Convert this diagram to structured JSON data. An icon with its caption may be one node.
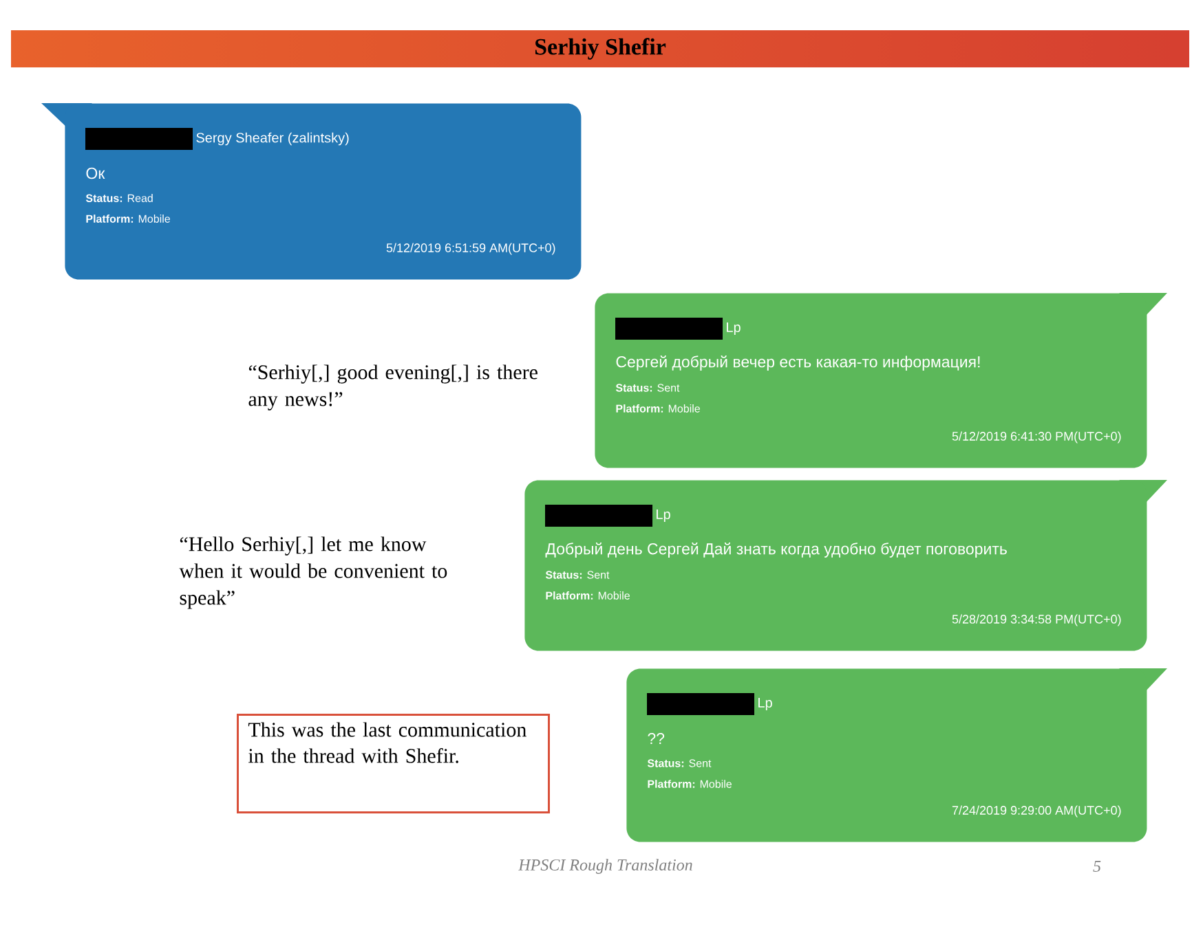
{
  "diagram": {
    "title": "Serhiy Shefir",
    "nodes": [
      {
        "text": [
          "Sergy Sheafer (zalintsky)",
          "Ок",
          "**Status:** Read",
          "**Platform:** Mobile",
          "5/12/2019 6:51:59 AM(UTC+0)"
        ]
      },
      {
        "text": [
          "Lp",
          "Сергей добрый вечер есть какая-то информация!",
          "**Status:** Sent",
          "**Platform:** Mobile",
          "5/12/2019 6:41:30 PM(UTC+0)"
        ]
      },
      {
        "text": [
          "Lp",
          "Добрый день Сергей Дай знать когда удобно будет поговорить",
          "**Status:** Sent",
          "**Platform:** Mobile",
          "5/28/2019 3:34:58 PM(UTC+0)"
        ]
      },
      {
        "text": [
          "Lp",
          "??",
          "**Status:** Sent",
          "**Platform:** Mobile",
          "7/24/2019 9:29:00 AM(UTC+0)"
        ]
      },
      {
        "text": [
          "This was the last communication in the thread with Shefir."
        ]
      }
    ],
    "labels": [
      "“Serhiy[,] good evening[,] is there any news!”",
      "“Hello Serhiy[,] let me know when it would be convenient to speak”",
      "HPSCI Rough Translation",
      "5"
    ]
  }
}
